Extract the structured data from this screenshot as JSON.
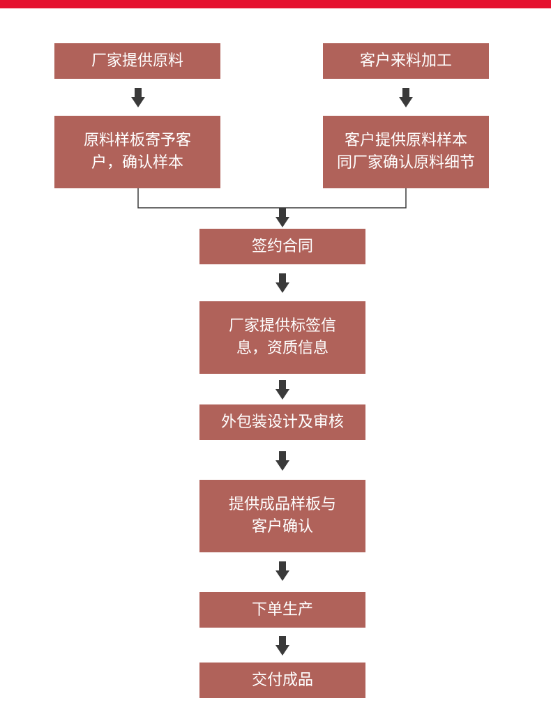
{
  "colors": {
    "top_bar": "#e5122f",
    "box_fill": "#b0625a",
    "box_text": "#ffffff",
    "arrow": "#3a3a3a",
    "connector": "#3a3a3a"
  },
  "steps": {
    "factory_supply": "厂家提供原料",
    "customer_supply": "客户来料加工",
    "sample_to_customer": "原料样板寄予客\n户，确认样本",
    "customer_sample_confirm": "客户提供原料样本\n同厂家确认原料细节",
    "sign_contract": "签约合同",
    "label_info": "厂家提供标签信\n息，资质信息",
    "packaging_design": "外包装设计及审核",
    "product_sample": "提供成品样板与\n客户确认",
    "production": "下单生产",
    "delivery": "交付成品"
  }
}
